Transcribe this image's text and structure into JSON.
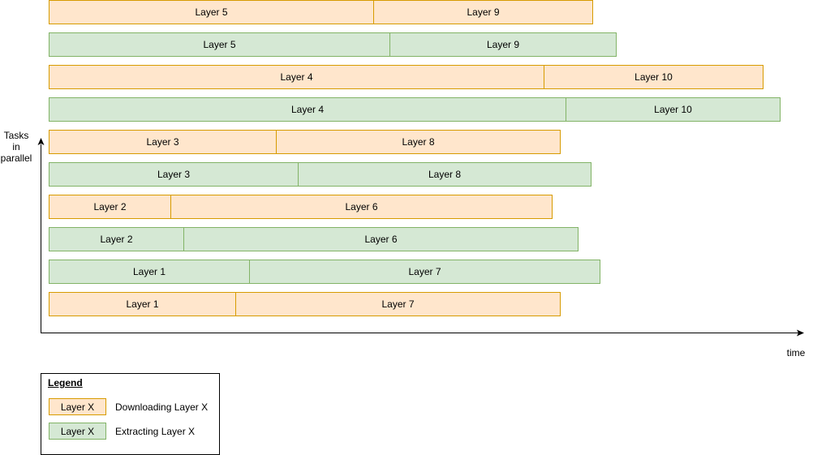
{
  "axes": {
    "y_label_lines": [
      "Tasks",
      "in",
      "parallel"
    ],
    "x_label": "time"
  },
  "colors": {
    "download_fill": "#ffe6cc",
    "download_stroke": "#d79b00",
    "extract_fill": "#d5e8d4",
    "extract_stroke": "#82b366",
    "axis": "#000000"
  },
  "rows": [
    {
      "kind": "download",
      "segments": [
        {
          "label": "Layer 5"
        },
        {
          "label": "Layer 9"
        }
      ]
    },
    {
      "kind": "extract",
      "segments": [
        {
          "label": "Layer 5"
        },
        {
          "label": "Layer 9"
        }
      ]
    },
    {
      "kind": "download",
      "segments": [
        {
          "label": "Layer 4"
        },
        {
          "label": "Layer 10"
        }
      ]
    },
    {
      "kind": "extract",
      "segments": [
        {
          "label": "Layer 4"
        },
        {
          "label": "Layer 10"
        }
      ]
    },
    {
      "kind": "download",
      "segments": [
        {
          "label": "Layer 3"
        },
        {
          "label": "Layer 8"
        }
      ]
    },
    {
      "kind": "extract",
      "segments": [
        {
          "label": "Layer 3"
        },
        {
          "label": "Layer 8"
        }
      ]
    },
    {
      "kind": "download",
      "segments": [
        {
          "label": "Layer 2"
        },
        {
          "label": "Layer 6"
        }
      ]
    },
    {
      "kind": "extract",
      "segments": [
        {
          "label": "Layer 2"
        },
        {
          "label": "Layer 6"
        }
      ]
    },
    {
      "kind": "extract",
      "segments": [
        {
          "label": "Layer 1"
        },
        {
          "label": "Layer 7"
        }
      ]
    },
    {
      "kind": "download",
      "segments": [
        {
          "label": "Layer 1"
        },
        {
          "label": "Layer 7"
        }
      ]
    }
  ],
  "legend": {
    "title": "Legend",
    "items": [
      {
        "kind": "download",
        "swatch_label": "Layer X",
        "description": "Downloading Layer X"
      },
      {
        "kind": "extract",
        "swatch_label": "Layer X",
        "description": "Extracting Layer X"
      }
    ]
  }
}
